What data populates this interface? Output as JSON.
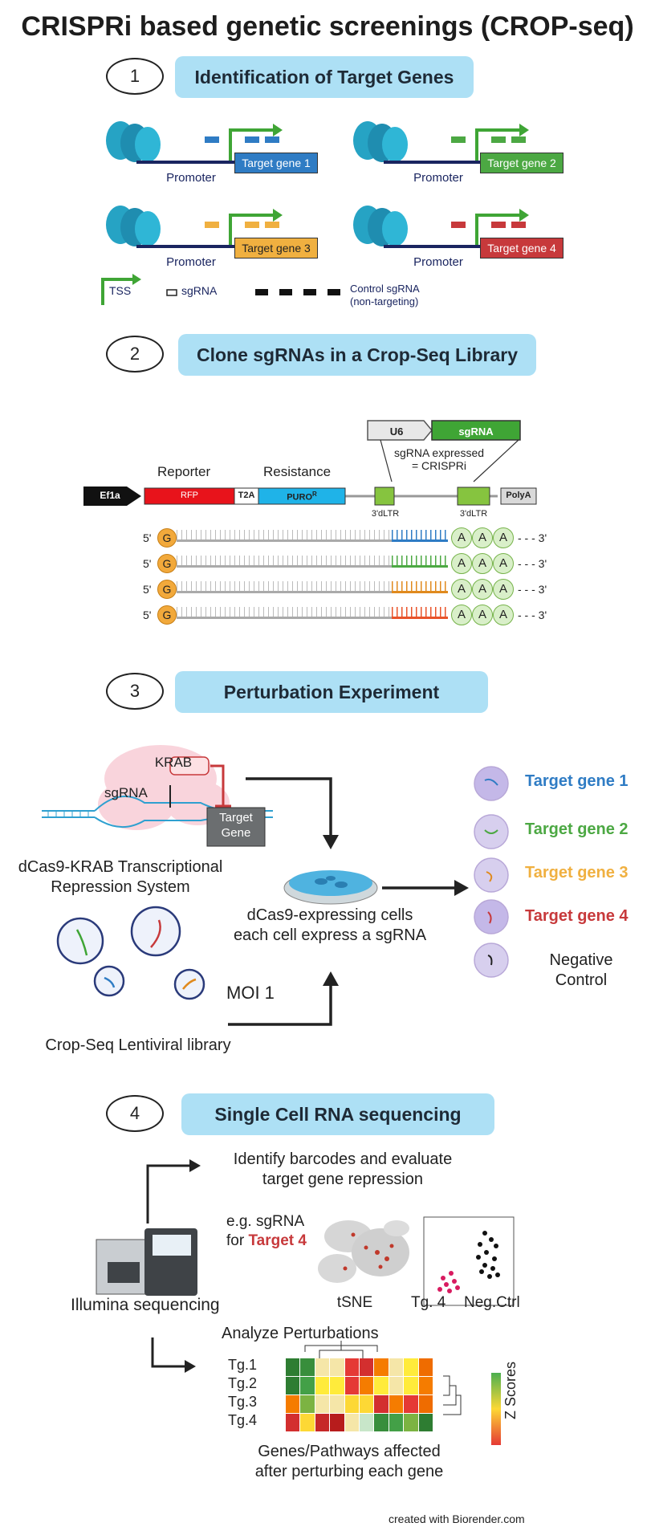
{
  "title": "CRISPRi based genetic screenings (CROP-seq)",
  "steps": [
    {
      "number": "1",
      "title": "Identification of Target Genes"
    },
    {
      "number": "2",
      "title": "Clone sgRNAs in a Crop-Seq Library"
    },
    {
      "number": "3",
      "title": "Perturbation Experiment"
    },
    {
      "number": "4",
      "title": "Single Cell RNA sequencing"
    }
  ],
  "step1": {
    "promoter_label": "Promoter",
    "genes": [
      {
        "label": "Target gene 1",
        "color": "#2f7cc4"
      },
      {
        "label": "Target gene 2",
        "color": "#4ca843"
      },
      {
        "label": "Target gene 3",
        "color": "#f0b040"
      },
      {
        "label": "Target gene 4",
        "color": "#c7393b"
      }
    ],
    "legend": {
      "tss": "TSS",
      "sgrna": "sgRNA",
      "control_line1": "Control sgRNA",
      "control_line2": "(non-targeting)"
    }
  },
  "step2": {
    "u6": "U6",
    "sgrna": "sgRNA",
    "sgrna_expressed_1": "sgRNA expressed",
    "sgrna_expressed_2": "= CRISPRi",
    "reporter": "Reporter",
    "resistance": "Resistance",
    "ef1a": "Ef1a",
    "rfp": "RFP",
    "t2a": "T2A",
    "puro": "PURO",
    "puro_sup": "R",
    "ltr_left": "3'dLTR",
    "ltr_right": "3'dLTR",
    "polya": "PolyA",
    "five_prime": "5'",
    "three_prime": "- - - 3'",
    "g": "G",
    "a": "A",
    "barcode_colors": [
      "#2f7cc4",
      "#4ca843",
      "#e08a1e",
      "#e8532a"
    ]
  },
  "step3": {
    "krab": "KRAB",
    "sgrna": "sgRNA",
    "target_gene_1": "Target",
    "target_gene_2": "Gene",
    "system_1": "dCas9-KRAB Transcriptional",
    "system_2": "Repression System",
    "cells_1": "dCas9-expressing cells",
    "cells_2": "each cell express a sgRNA",
    "moi": "MOI 1",
    "library": "Crop-Seq Lentiviral  library",
    "outcomes": [
      {
        "label": "Target gene 1",
        "color": "#2f7cc4"
      },
      {
        "label": "Target gene 2",
        "color": "#4ca843"
      },
      {
        "label": "Target gene 3",
        "color": "#f0b040"
      },
      {
        "label": "Target gene 4",
        "color": "#c7393b"
      }
    ],
    "negative_1": "Negative",
    "negative_2": "Control"
  },
  "step4": {
    "identify_1": "Identify barcodes and evaluate",
    "identify_2": "target gene repression",
    "eg_1": "e.g. sgRNA",
    "eg_2a": "for ",
    "eg_2b": "Target 4",
    "tsne": "tSNE",
    "tg4": "Tg. 4",
    "negctrl": "Neg.Ctrl",
    "illumina": "Illumina sequencing",
    "analyze": "Analyze Perturbations",
    "heat_rows": [
      "Tg.1",
      "Tg.2",
      "Tg.3",
      "Tg.4"
    ],
    "zscores": "Z Scores",
    "affected_1": "Genes/Pathways affected",
    "affected_2": "after perturbing each gene",
    "heatmap_colors": [
      [
        "#2e7d32",
        "#388e3c",
        "#f5e6a8",
        "#f5e6a8",
        "#e53935",
        "#d32f2f",
        "#f57c00",
        "#f5e6a8",
        "#ffeb3b",
        "#ef6c00"
      ],
      [
        "#2e7d32",
        "#43a047",
        "#ffeb3b",
        "#ffeb3b",
        "#e53935",
        "#f57c00",
        "#ffeb3b",
        "#f5e6a8",
        "#ffeb3b",
        "#f57c00"
      ],
      [
        "#f57c00",
        "#7cb342",
        "#f5e6a8",
        "#f5e6a8",
        "#fdd835",
        "#fdd835",
        "#d32f2f",
        "#f57c00",
        "#e53935",
        "#ef6c00"
      ],
      [
        "#d32f2f",
        "#fdd835",
        "#c62828",
        "#b71c1c",
        "#f5e6a8",
        "#c8e6c9",
        "#388e3c",
        "#43a047",
        "#7cb342",
        "#2e7d32"
      ]
    ]
  },
  "credit": "created with Biorender.com"
}
